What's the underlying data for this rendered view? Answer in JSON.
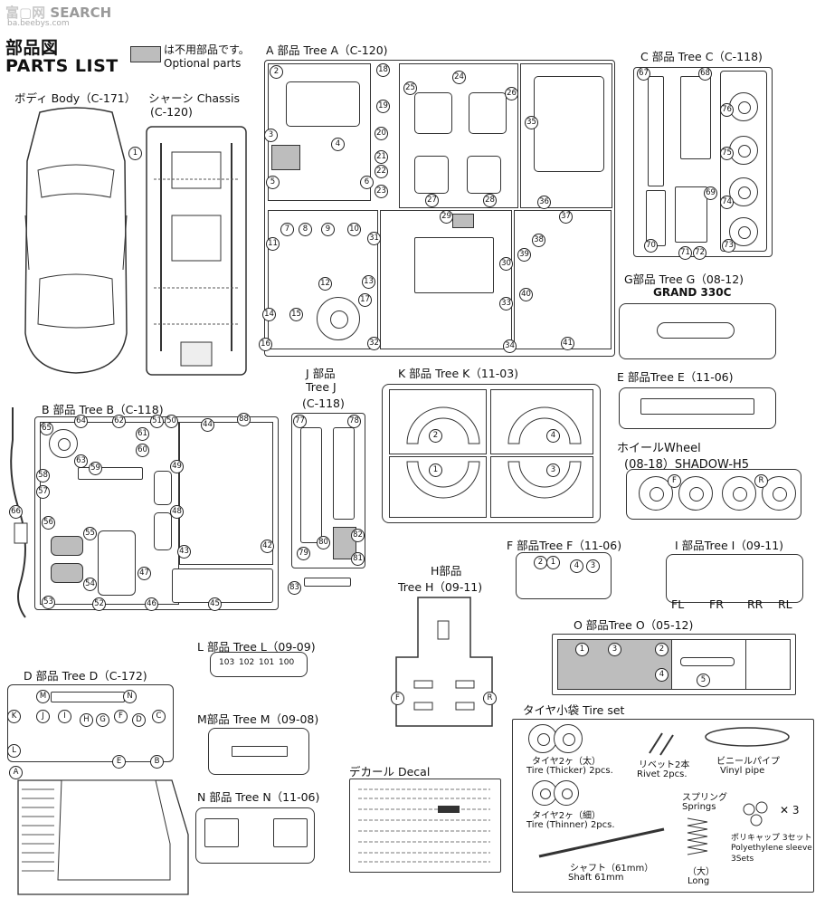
{
  "watermark": "SEARCH",
  "watermark_url": "ba.beebys.com",
  "header": {
    "title_jp": "部品図",
    "title_en": "PARTS LIST"
  },
  "legend": {
    "jp": "は不用部品です。",
    "en": "Optional parts"
  },
  "trees": {
    "a": "A 部品 Tree A（C-120)",
    "c": "C 部品 Tree C（C-118)",
    "body": "ボディ Body（C-171）",
    "chassis_jp": "シャーシ Chassis",
    "chassis_code": "(C-120)",
    "g": "G部品 Tree G（08-12)",
    "g_sub": "GRAND 330C",
    "j1": "J 部品",
    "j2": "Tree J",
    "j3": "(C-118)",
    "k": "K 部品 Tree K（11-03)",
    "b": "B 部品 Tree B（C-118)",
    "e": "E 部品Tree E（11-06)",
    "wheel": "ホイールWheel",
    "wheel_sub": "(08-18）SHADOW-H5",
    "f": "F 部品Tree F（11-06)",
    "i": "I 部品Tree I（09-11)",
    "h1": "H部品",
    "h2": "Tree H（09-11)",
    "o": "O 部品Tree O（05-12)",
    "l": "L 部品 Tree L（09-09)",
    "d": "D 部品 Tree D（C-172)",
    "m": "M部品 Tree M（09-08)",
    "n": "N 部品 Tree N（11-06)",
    "decal": "デカール Decal",
    "tireset": "タイヤ小袋 Tire set"
  },
  "i_labels": [
    "FL",
    "FR",
    "RR",
    "RL"
  ],
  "l_labels": [
    "103",
    "102",
    "101",
    "100"
  ],
  "tireset": {
    "thick_jp": "タイヤ2ヶ（太）",
    "thick_en": "Tire (Thicker) 2pcs.",
    "thin_jp": "タイヤ2ヶ（細）",
    "thin_en": "Tire (Thinner) 2pcs.",
    "rivet_jp": "リベット2本",
    "rivet_en": "Rivet 2pcs.",
    "vinyl_jp": "ビニールパイプ",
    "vinyl_en": "Vinyl pipe",
    "spring_jp": "スプリング",
    "spring_en": "Springs",
    "poly_jp": "ポリキャップ 3セット",
    "poly_en1": "Polyethylene sleeve",
    "poly_en2": "3Sets",
    "poly_x": "✕ 3",
    "shaft_jp": "シャフト（61mm）",
    "shaft_en": "Shaft 61mm",
    "long_jp": "（大）",
    "long_en": "Long"
  },
  "colors": {
    "line": "#333333",
    "optional": "#bdbdbd",
    "watermark": "#9a9a9a"
  }
}
